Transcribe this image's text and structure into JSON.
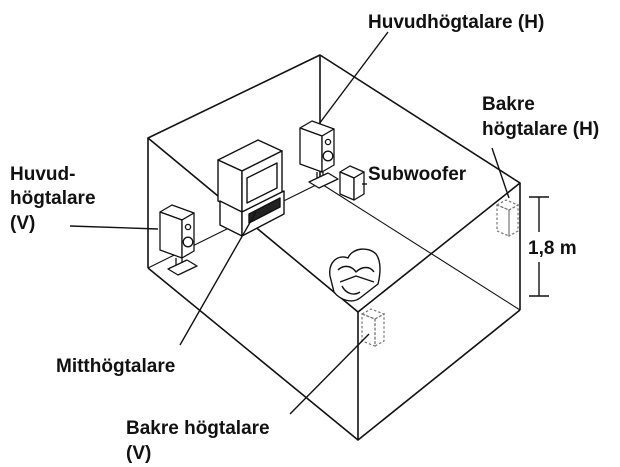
{
  "labels": {
    "front_right": "Huvudhögtalare (H)",
    "rear_right_line1": "Bakre",
    "rear_right_line2": "högtalare (H)",
    "front_left_line1": "Huvud-",
    "front_left_line2": "högtalare",
    "front_left_line3": "(V)",
    "subwoofer": "Subwoofer",
    "height": "1,8 m",
    "center": "Mitthögtalare",
    "rear_left_line1": "Bakre högtalare",
    "rear_left_line2": "(V)"
  },
  "colors": {
    "line": "#111111",
    "hidden_speaker": "#777777",
    "background": "#ffffff"
  }
}
